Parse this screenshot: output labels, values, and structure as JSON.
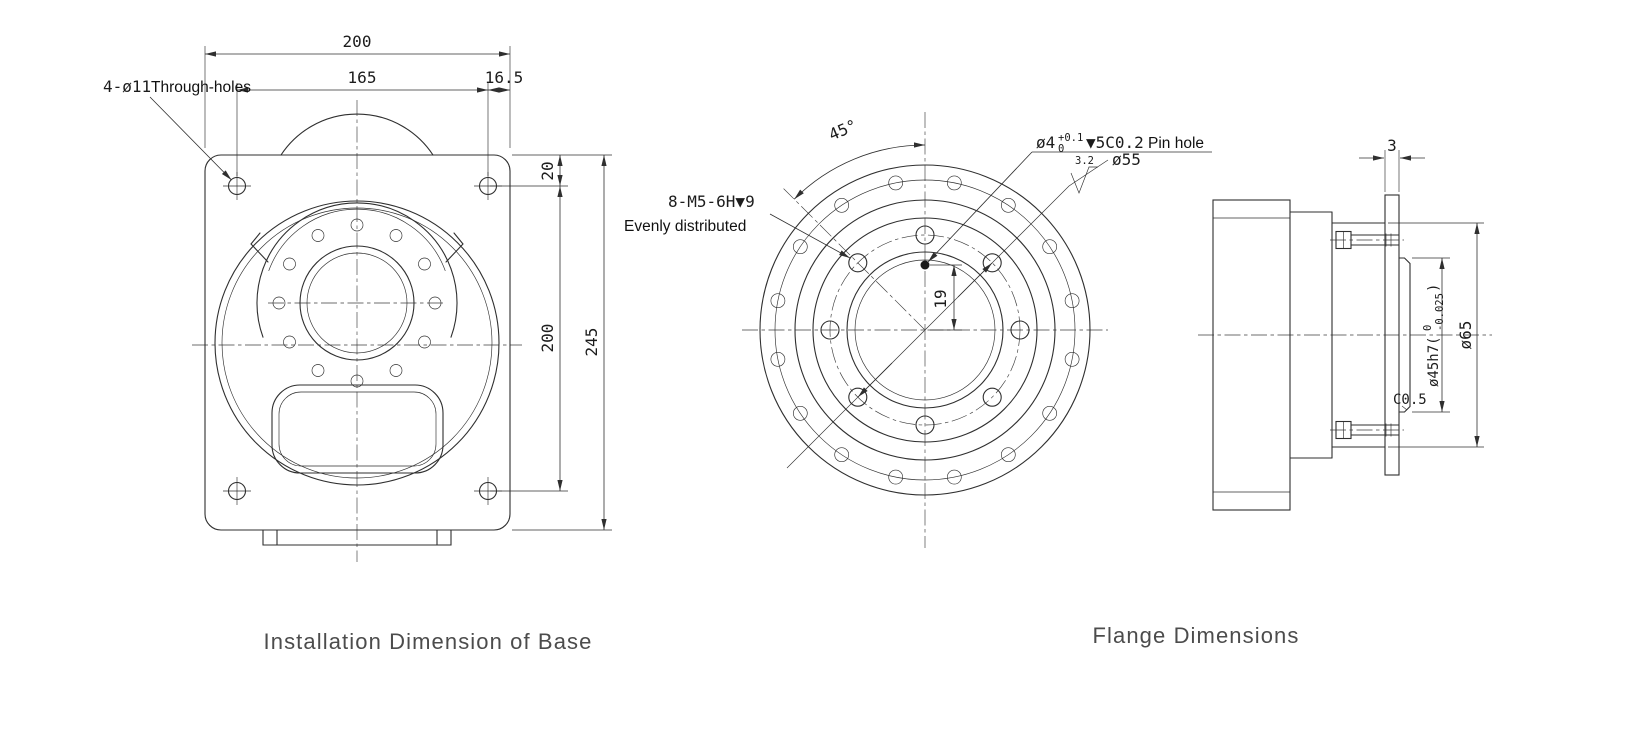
{
  "captions": {
    "base_view": "Installation Dimension of Base",
    "flange_view": "Flange Dimensions"
  },
  "base_view": {
    "leader_hole_count": "4-ø11",
    "leader_hole_text": "Through-holes",
    "dim_overall_width": "200",
    "dim_hole_spacing_horizontal": "165",
    "dim_hole_edge_offset": "16.5",
    "dim_hole_top_offset": "20",
    "dim_hole_spacing_vertical": "200",
    "dim_overall_height": "245"
  },
  "flange_front": {
    "dim_angle": "45°",
    "pin_hole_dia": "ø4",
    "pin_hole_tol_upper": "+0.1",
    "pin_hole_tol_lower": "0",
    "pin_hole_depth": "▼5C0.2",
    "pin_hole_label": "Pin hole",
    "surface_roughness": "3.2",
    "thread_spec": "8-M5-6H▼9",
    "thread_note": "Evenly distributed",
    "dim_bolt_circle": "ø55",
    "dim_pin_offset": "19"
  },
  "flange_side": {
    "dim_flange_thickness": "3",
    "spigot_dia_prefix": "ø45h7(",
    "spigot_tol_upper": "0",
    "spigot_tol_lower": "-0.025",
    "spigot_dia_suffix": ")",
    "dim_boss_dia": "ø65",
    "chamfer": "C0.5"
  },
  "colors": {
    "line": "#2f2f2f",
    "text": "#1c1c1c",
    "caption": "#4c4c4c"
  }
}
